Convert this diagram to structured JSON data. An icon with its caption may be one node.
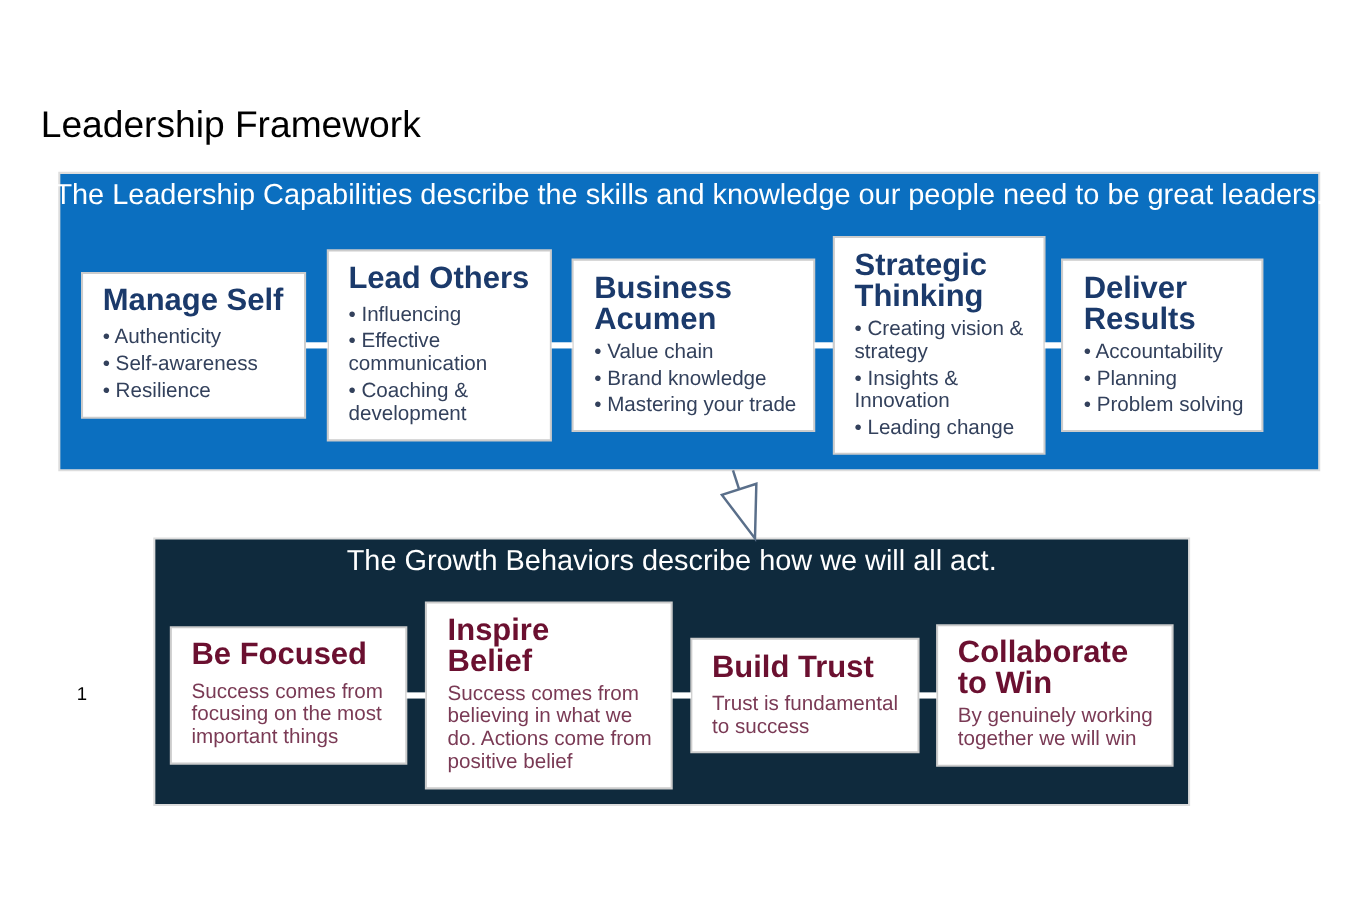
{
  "diagram": {
    "title": "Leadership Framework",
    "nodes": [
      {
        "text": [
          "The Leadership Capabilities describe the skills and knowledge our people need to be great leaders."
        ]
      },
      {
        "text": [
          "Manage Self",
          "• Authenticity",
          "• Self-awareness",
          "• Resilience"
        ],
        "in": 0
      },
      {
        "text": [
          "Lead Others",
          "• Influencing",
          "• Effective communication",
          "• Coaching & development"
        ],
        "in": 0
      },
      {
        "text": [
          "Business Acumen",
          "• Value chain",
          "• Brand knowledge",
          "• Mastering your trade"
        ],
        "in": 0
      },
      {
        "text": [
          "Strategic Thinking",
          "• Creating vision & strategy",
          "• Insights & Innovation",
          "• Leading change"
        ],
        "in": 0
      },
      {
        "text": [
          "Deliver Results",
          "• Accountability",
          "• Planning",
          "• Problem solving"
        ],
        "in": 0
      },
      {
        "text": [
          "The Growth Behaviors describe how we will all act."
        ]
      },
      {
        "text": [
          "Be Focused",
          "Success comes from focusing on the most important things"
        ],
        "in": 6
      },
      {
        "text": [
          "Inspire Belief",
          "Success comes from believing in what we do. Actions come from positive belief"
        ],
        "in": 6
      },
      {
        "text": [
          "Build Trust",
          "Trust is fundamental to success"
        ],
        "in": 6
      },
      {
        "text": [
          "Collaborate to Win",
          "By genuinely working together we will win"
        ],
        "in": 6
      }
    ],
    "edges": [
      {
        "from": 1,
        "to": 2,
        "arrow": "none"
      },
      {
        "from": 2,
        "to": 3,
        "arrow": "none"
      },
      {
        "from": 3,
        "to": 4,
        "arrow": "none"
      },
      {
        "from": 4,
        "to": 5,
        "arrow": "none"
      },
      {
        "from": 0,
        "to": 6,
        "arrow": "to",
        "color": "#5a6f8a"
      },
      {
        "from": 7,
        "to": 8,
        "arrow": "none"
      },
      {
        "from": 8,
        "to": 9,
        "arrow": "none"
      },
      {
        "from": 9,
        "to": 10,
        "arrow": "none"
      }
    ],
    "labels": [
      "1"
    ]
  }
}
